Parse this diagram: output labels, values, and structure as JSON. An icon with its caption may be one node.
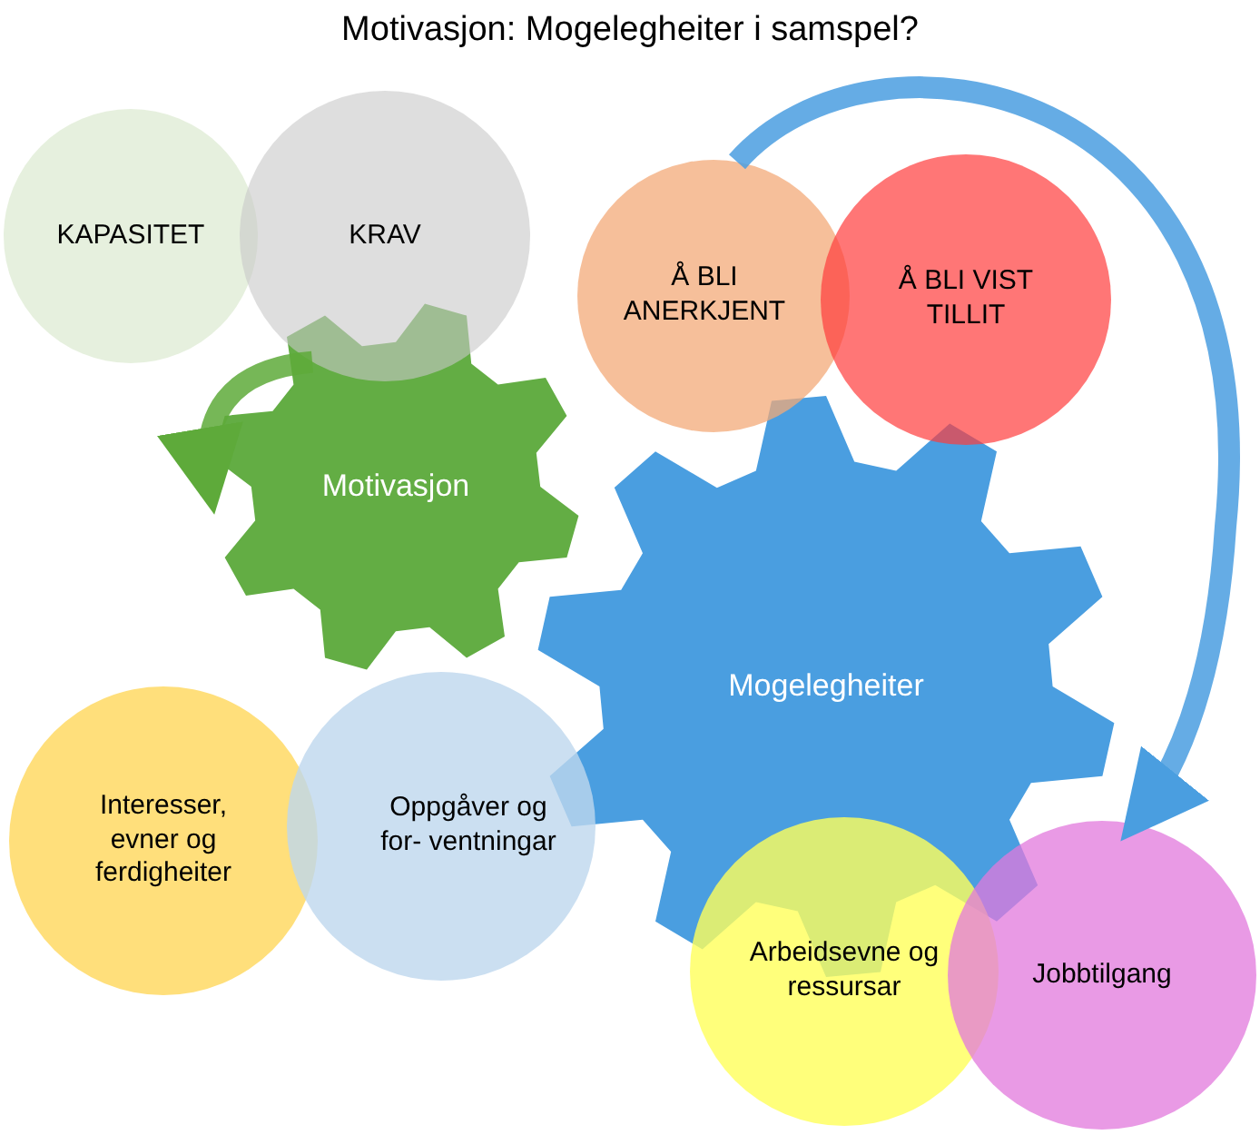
{
  "diagram": {
    "title": "Motivasjon: Mogelegheiter i samspel?",
    "nodes": [
      {
        "text": [
          "KAPASITET"
        ]
      },
      {
        "text": [
          "KRAV"
        ]
      },
      {
        "text": [
          "Motivasjon"
        ]
      },
      {
        "text": [
          "Å BLI ANERKJENT"
        ]
      },
      {
        "text": [
          "Å BLI VIST TILLIT"
        ]
      },
      {
        "text": [
          "Mogelegheiter"
        ]
      },
      {
        "text": [
          "Interesser, evner og ferdigheiter"
        ]
      },
      {
        "text": [
          "Oppgåver og for- ventningar"
        ]
      },
      {
        "text": [
          "Arbeidsevne og ressursar"
        ]
      },
      {
        "text": [
          "Jobbtilgang"
        ]
      }
    ],
    "edges": [
      {
        "from": 1,
        "to": 2,
        "arrow": "to",
        "color": "#5eaa3a"
      },
      {
        "from": 3,
        "to": 9,
        "arrow": "to",
        "color": "#4a9ee0"
      }
    ]
  }
}
